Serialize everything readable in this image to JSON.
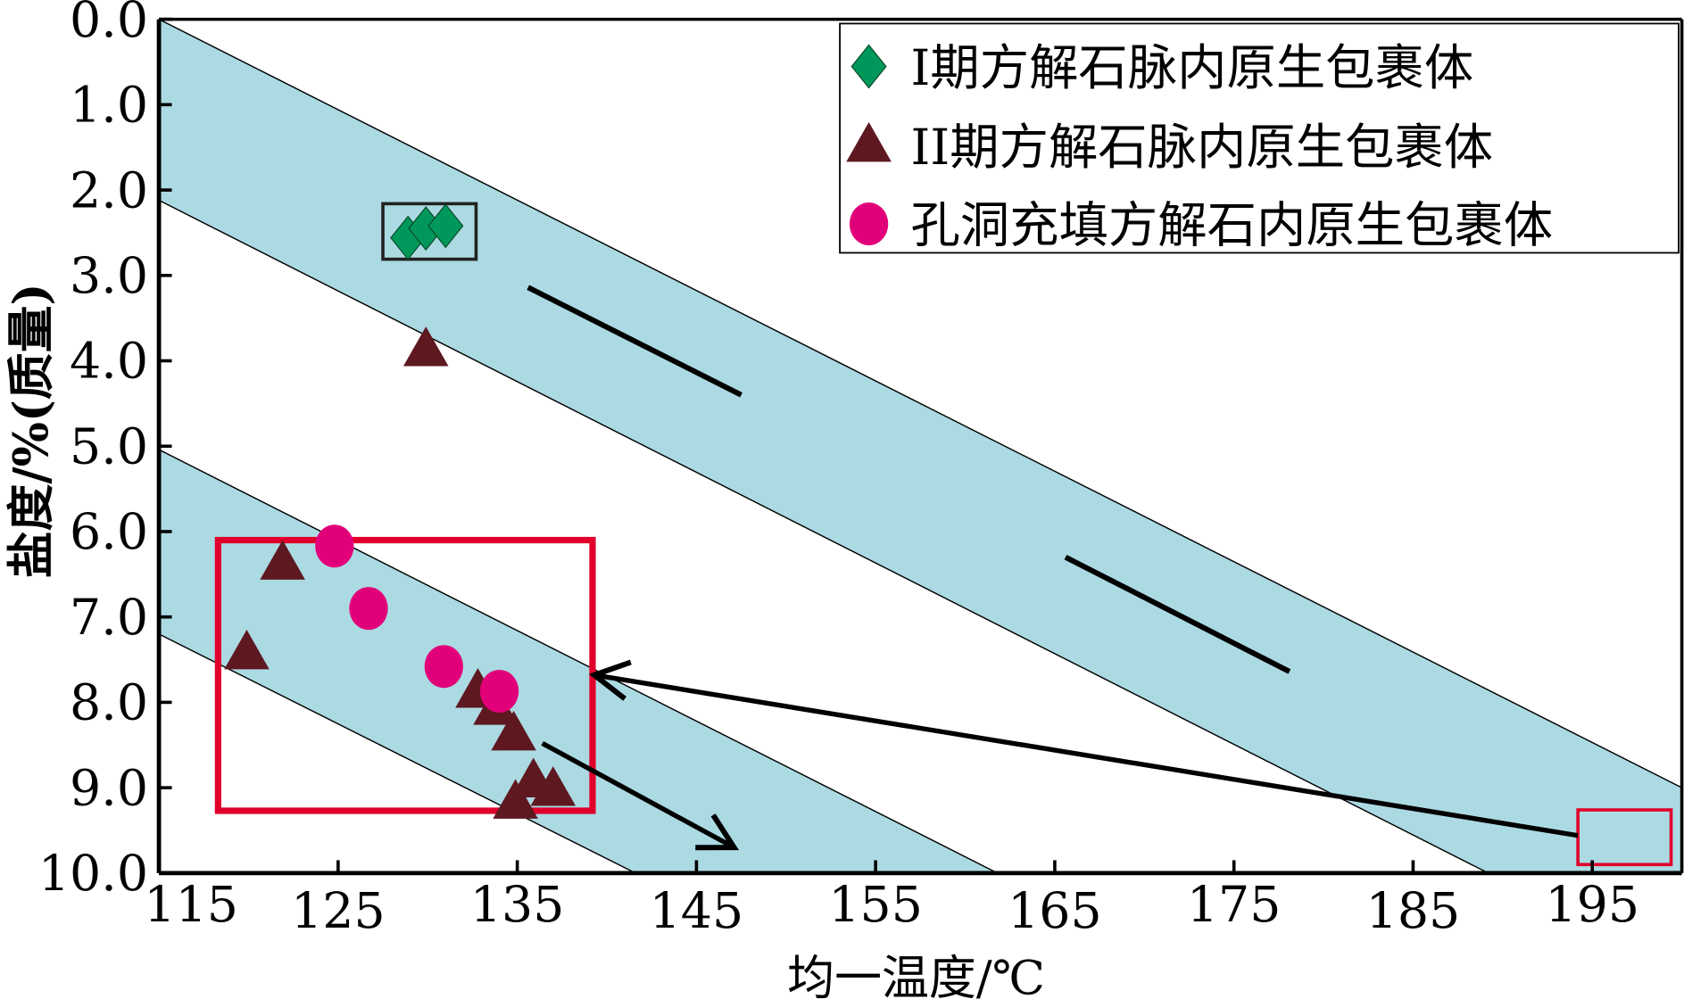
{
  "chart_data": {
    "type": "scatter",
    "title": "",
    "xlabel": "均一温度/℃",
    "ylabel": "盐度/%(质量)",
    "xlim": [
      115,
      200
    ],
    "ylim": [
      0,
      10
    ],
    "y_inverted": true,
    "x_ticks": [
      115,
      125,
      135,
      145,
      155,
      165,
      175,
      185,
      195
    ],
    "x_tick_labels": [
      "115",
      "125",
      "135",
      "145",
      "155",
      "165",
      "175",
      "185",
      "195"
    ],
    "y_ticks": [
      0,
      1,
      2,
      3,
      4,
      5,
      6,
      7,
      8,
      9,
      10
    ],
    "y_tick_labels": [
      "0.0",
      "1.0",
      "2.0",
      "3.0",
      "4.0",
      "5.0",
      "6.0",
      "7.0",
      "8.0",
      "9.0",
      "10.0"
    ],
    "grid": false,
    "legend_position": "top-right",
    "series": [
      {
        "name": "I期方解石脉内原生包裹体",
        "marker": "diamond",
        "color": "#00985a",
        "x": [
          128.9,
          129.9,
          131.0
        ],
        "y": [
          2.56,
          2.45,
          2.42
        ]
      },
      {
        "name": "II期方解石脉内原生包裹体",
        "marker": "triangle",
        "color": "#5e1820",
        "x": [
          129.9,
          121.9,
          119.9,
          132.8,
          133.8,
          134.8,
          135.9,
          137.0,
          134.9
        ],
        "y": [
          3.9,
          6.4,
          7.45,
          7.9,
          8.1,
          8.4,
          8.95,
          9.05,
          9.2
        ]
      },
      {
        "name": "孔洞充填方解石内原生包裹体",
        "marker": "circle",
        "color": "#e2007a",
        "x": [
          124.8,
          126.7,
          130.9,
          134.0
        ],
        "y": [
          6.17,
          6.9,
          7.58,
          7.87
        ]
      }
    ],
    "bands": [
      {
        "upper": [
          [
            115,
            0.0
          ],
          [
            200,
            9.0
          ]
        ],
        "lower": [
          [
            115,
            2.12
          ],
          [
            189.2,
            10.0
          ]
        ],
        "color": "#acdae3"
      },
      {
        "upper": [
          [
            115,
            5.04
          ],
          [
            161.8,
            10.0
          ]
        ],
        "lower": [
          [
            115,
            7.2
          ],
          [
            141.6,
            10.0
          ]
        ],
        "color": "#acdae3"
      }
    ],
    "trend_lines": [
      [
        [
          135.6,
          3.14
        ],
        [
          147.5,
          4.4
        ]
      ],
      [
        [
          165.6,
          6.3
        ],
        [
          178.1,
          7.64
        ]
      ]
    ],
    "arrows": [
      {
        "from": [
          136.4,
          8.48
        ],
        "to": [
          147.1,
          9.7
        ]
      },
      {
        "from": [
          194.2,
          9.56
        ],
        "to": [
          139.3,
          7.68
        ]
      }
    ],
    "highlight_boxes": [
      {
        "x": [
          127.5,
          132.7
        ],
        "y": [
          2.16,
          2.81
        ],
        "color": "#222222"
      },
      {
        "x": [
          118.3,
          139.2
        ],
        "y": [
          6.1,
          9.27
        ],
        "color": "#e0002b"
      },
      {
        "x": [
          194.2,
          199.4
        ],
        "y": [
          9.26,
          9.9
        ],
        "color": "#e0002b"
      }
    ]
  }
}
